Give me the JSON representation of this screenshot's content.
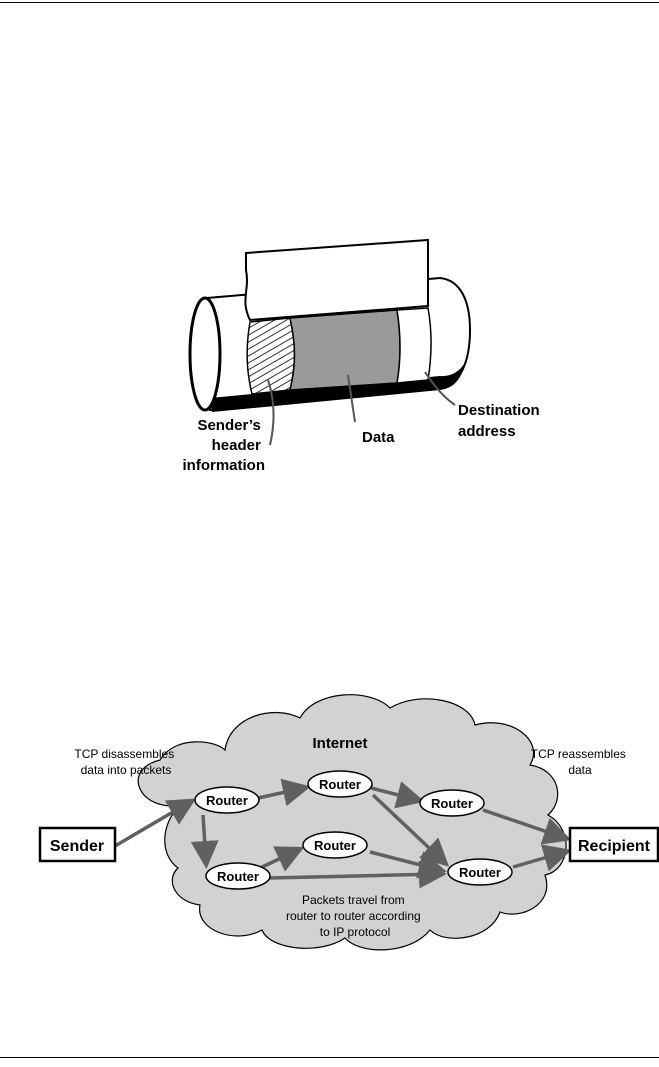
{
  "packet_figure": {
    "labels": {
      "header": [
        "Sender’s",
        "header",
        "information"
      ],
      "data": "Data",
      "destination": [
        "Destination",
        "address"
      ]
    }
  },
  "network_figure": {
    "cloud_title": "Internet",
    "sender": "Sender",
    "recipient": "Recipient",
    "router_label": "Router",
    "left_note": [
      "TCP disassembles",
      "data into packets"
    ],
    "right_note": [
      "TCP reassembles",
      "data"
    ],
    "bottom_note": [
      "Packets travel from",
      "router to router according",
      "to IP protocol"
    ],
    "colors": {
      "cloud_fill": "#d2d2d2",
      "arrow": "#606060"
    }
  }
}
